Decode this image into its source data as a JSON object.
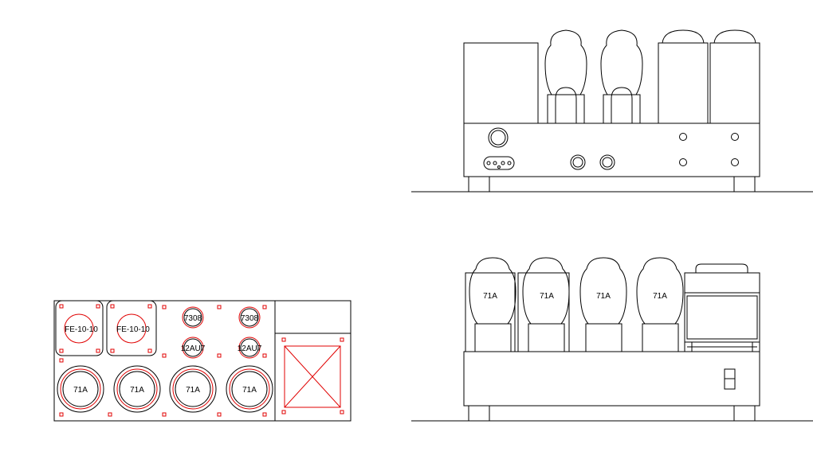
{
  "colors": {
    "line": "#000000",
    "accent": "#e00000",
    "background": "#ffffff"
  },
  "top_view": {
    "transformers": [
      {
        "label": "FE-10-10"
      },
      {
        "label": "FE-10-10"
      }
    ],
    "small_tubes": [
      {
        "label": "7308"
      },
      {
        "label": "7308"
      },
      {
        "label": "12AU7"
      },
      {
        "label": "12AU7"
      }
    ],
    "output_tubes": [
      {
        "label": "71A"
      },
      {
        "label": "71A"
      },
      {
        "label": "71A"
      },
      {
        "label": "71A"
      }
    ]
  },
  "side_view": {
    "tubes": [
      {
        "label": "71A"
      },
      {
        "label": "71A"
      },
      {
        "label": "71A"
      },
      {
        "label": "71A"
      }
    ]
  }
}
